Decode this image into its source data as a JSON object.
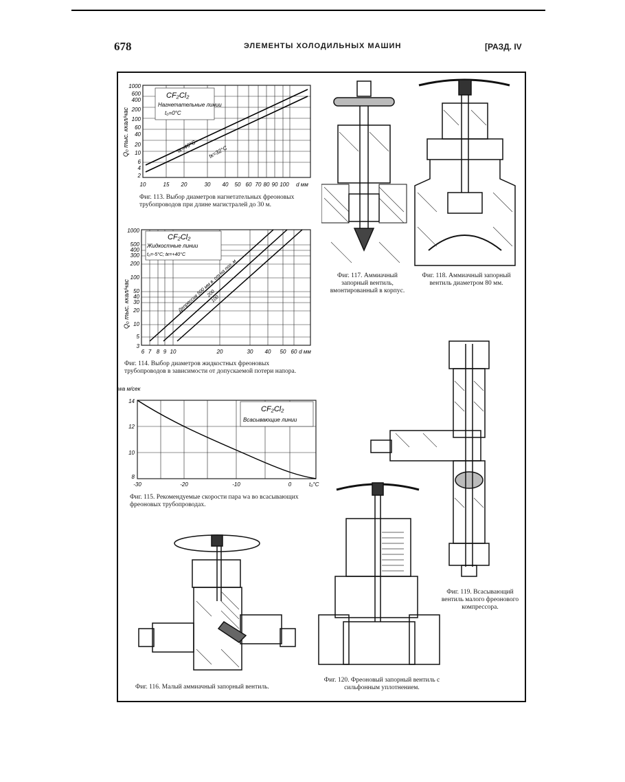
{
  "header": {
    "page_number": "678",
    "running_title": "ЭЛЕМЕНТЫ ХОЛОДИЛЬНЫХ МАШИН",
    "section": "[РАЗД. IV"
  },
  "fig113": {
    "caption": "Фиг. 113. Выбор диаметров нагнетательных фреоновых трубопроводов при длине магистралей до 30 м.",
    "formula": "CF₂Cl₂",
    "subtitle": "Нагнетательные линии",
    "param": "t₀=0°C",
    "ylabel": "Q₀ тыс. ккал/час",
    "xlabel": "d мм",
    "y_ticks": [
      "1000",
      "600",
      "400",
      "200",
      "100",
      "60",
      "40",
      "20",
      "10",
      "6",
      "4",
      "2"
    ],
    "x_ticks": [
      "10",
      "15",
      "20",
      "30",
      "40",
      "50",
      "60",
      "70",
      "80",
      "90",
      "100"
    ],
    "line_labels": [
      "tк=46°C",
      "tк=32°C"
    ]
  },
  "fig114": {
    "caption": "Фиг. 114. Выбор диаметров жидкостных фреоновых трубопроводов в зависимости от допускаемой потери напора.",
    "formula": "CF₂Cl₂",
    "subtitle": "Жидкостные линии",
    "param": "t₀=-5°C; tк=+40°C",
    "ylabel": "Q₀ тыс. ккал/час",
    "xlabel": "d мм",
    "y_ticks": [
      "1000",
      "500",
      "400",
      "300",
      "200",
      "100",
      "50",
      "40",
      "30",
      "20",
      "10",
      "5",
      "3"
    ],
    "x_ticks": [
      "6",
      "7",
      "8",
      "9",
      "10",
      "20",
      "30",
      "40",
      "50",
      "60"
    ],
    "line_labels": [
      "Депрессия 500 мм в. ст на пог. м",
      "200",
      "100"
    ]
  },
  "fig115": {
    "caption": "Фиг. 115. Рекомендуемые скорости пара wа во всасывающих фреоновых трубопроводах.",
    "formula": "CF₂Cl₂",
    "subtitle": "Всасывающие линии",
    "ylabel": "wа м/сек",
    "xlabel": "t₀°C",
    "y_ticks": [
      "14",
      "12",
      "10",
      "8"
    ],
    "x_ticks": [
      "-30",
      "-20",
      "-10",
      "0"
    ]
  },
  "fig116": {
    "caption": "Фиг. 116. Малый аммиачный запорный вентиль."
  },
  "fig117": {
    "caption": "Фиг. 117. Аммиачный запорный вентиль, вмонтированный в корпус."
  },
  "fig118": {
    "caption": "Фиг. 118. Аммиачный запорный вентиль диаметром 80 мм."
  },
  "fig119": {
    "caption": "Фиг. 119. Всасывающий вентиль малого фреонового компрессора."
  },
  "fig120": {
    "caption": "Фиг. 120. Фреоновый запорный вентиль с сильфонным уплотнением."
  }
}
